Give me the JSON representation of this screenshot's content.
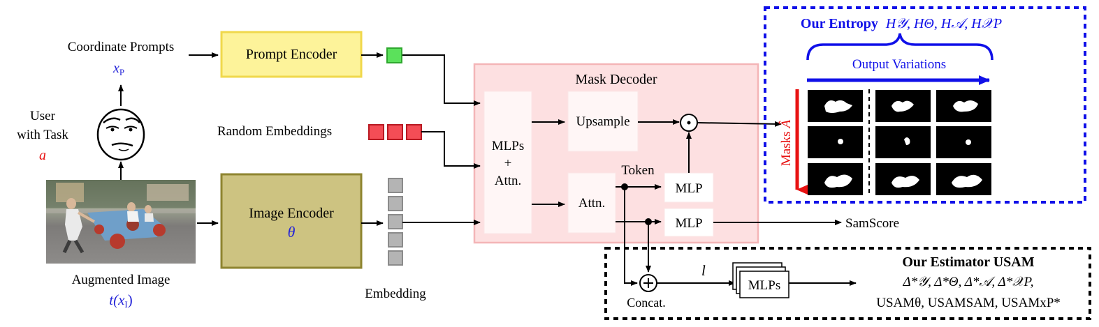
{
  "inputs": {
    "coordinate_prompts_label": "Coordinate Prompts",
    "coordinate_prompts_symbol": "x",
    "coordinate_prompts_sub": "P",
    "user_label_1": "User",
    "user_label_2": "with Task",
    "user_symbol": "a",
    "augmented_image_label": "Augmented Image",
    "augmented_image_symbol": "t(x",
    "augmented_image_sub": "I",
    "augmented_image_close": ")",
    "random_embeddings_label": "Random Embeddings"
  },
  "encoders": {
    "prompt_encoder_label": "Prompt Encoder",
    "image_encoder_label": "Image Encoder",
    "image_encoder_symbol": "θ",
    "embedding_label": "Embedding"
  },
  "mask_decoder": {
    "title": "Mask Decoder",
    "mlps_attn_line1": "MLPs",
    "mlps_attn_line2": "+",
    "mlps_attn_line3": "Attn.",
    "upsample_label": "Upsample",
    "attn_label": "Attn.",
    "token_label": "Token",
    "mlp_top_label": "MLP",
    "mlp_bottom_label": "MLP",
    "samscore_label": "SamScore"
  },
  "entropy": {
    "title_bold": "Our Entropy",
    "title_symbols": "H𝒴, HΘ, H𝒜, H𝒳P",
    "output_variations_label": "Output Variations",
    "masks_label": "Masks",
    "masks_symbol": "Â"
  },
  "estimator": {
    "title": "Our Estimator USAM",
    "line1": "Δ*𝒴, Δ*Θ, Δ*𝒜, Δ*𝒳P,",
    "line2": "USAMθ, USAMSAM, USAMxP*",
    "concat_label": "Concat.",
    "l_symbol": "l",
    "mlps_label": "MLPs"
  },
  "colors": {
    "prompt_encoder_fill": "#fdf39a",
    "prompt_encoder_stroke": "#f0d84c",
    "image_encoder_fill": "#cdc381",
    "image_encoder_stroke": "#8e8430",
    "decoder_fill": "#fde0e1",
    "decoder_stroke": "#f4b5b7",
    "token_green": "#5be15b",
    "random_red": "#f44d56",
    "embedding_gray": "#b4b4b4",
    "entropy_blue": "#1010e8",
    "masks_red": "#e81212",
    "symbol_blue": "#2424d8"
  }
}
